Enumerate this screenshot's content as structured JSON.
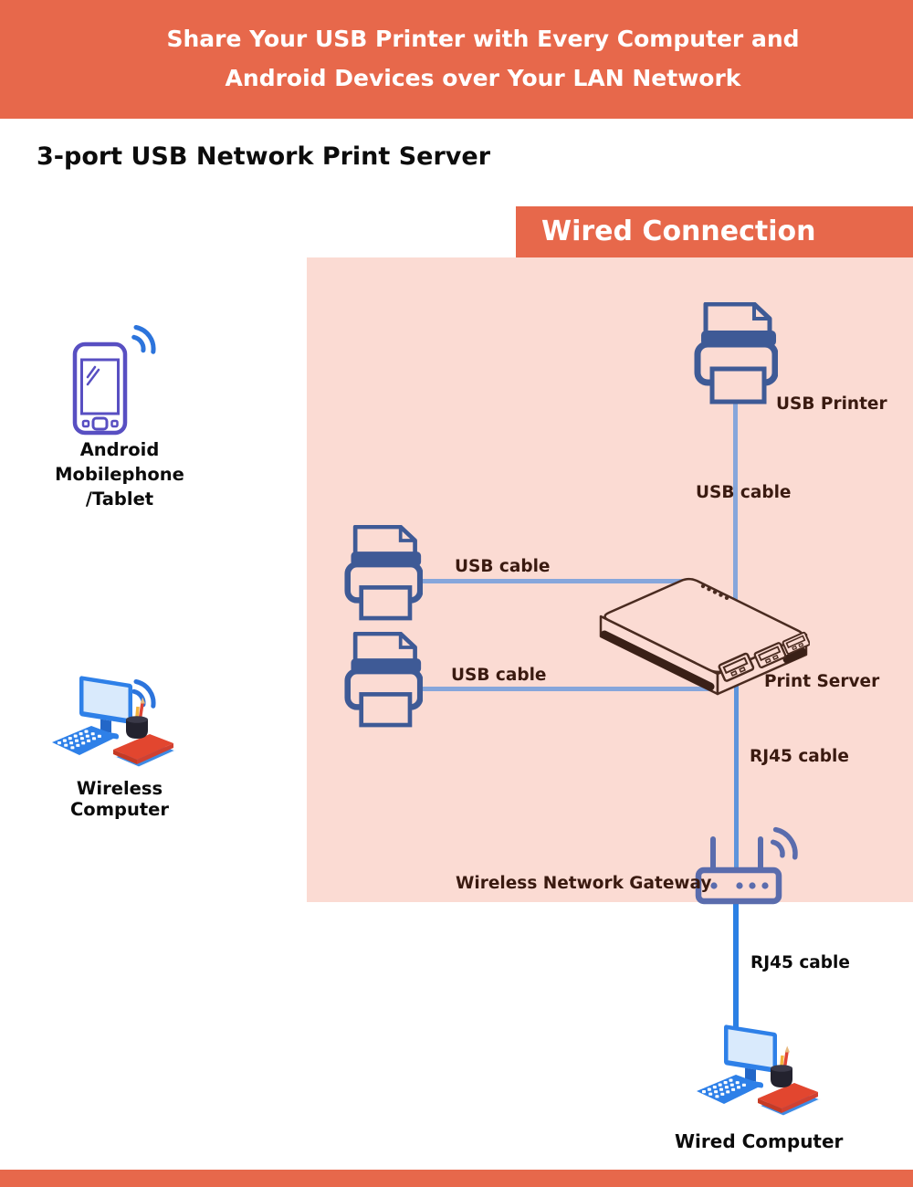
{
  "banner": {
    "line1": "Share Your USB Printer with Every Computer and",
    "line2": "Android Devices over Your LAN Network"
  },
  "page_title": "3-port USB Network Print Server",
  "section": {
    "title": "Wired Connection"
  },
  "labels": {
    "usb_printer": "USB Printer",
    "usb_cable_top": "USB cable",
    "usb_cable_mid": "USB cable",
    "usb_cable_bottom": "USB cable",
    "print_server": "Print Server",
    "rj45_top": "RJ45 cable",
    "rj45_bottom": "RJ45 cable",
    "gateway": "Wireless Network Gateway",
    "wired_computer": "Wired Computer",
    "wireless_computer": "Wireless Computer",
    "android_line1": "Android Mobilephone",
    "android_line2": "/Tablet"
  },
  "icons": {
    "usb_printer": "printer-icon",
    "print_server": "print-server-box-icon",
    "gateway": "wireless-router-icon",
    "android_device": "android-phone-wifi-icon",
    "wireless_computer": "desktop-computer-wifi-icon",
    "wired_computer": "desktop-computer-icon"
  },
  "colors": {
    "banner_orange": "#E7684B",
    "panel_pink": "#FBDBD3",
    "printer_navy": "#3E5A96",
    "diagram_label": "#3A1A10",
    "usb_cable_line": "#86A6DB",
    "rj45_line_upper": "#5D94DC",
    "rj45_line_lower": "#2B80E4",
    "phone_purple": "#584FC2",
    "wifi_blue": "#2C74DC",
    "router_slate_blue": "#5A6CAD",
    "computer_blue": "#2E80E8",
    "book_red": "#E2462F",
    "server_outline_brown": "#4A2B20"
  }
}
